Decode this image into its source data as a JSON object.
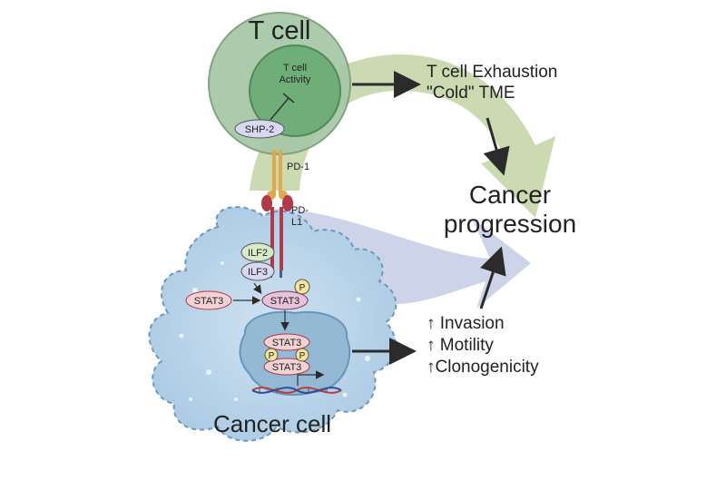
{
  "tcell": {
    "title": "T cell",
    "activity_line1": "T cell",
    "activity_line2": "Activity",
    "shp2": "SHP-2",
    "pd1": "PD-1"
  },
  "cancer": {
    "title": "Cancer cell",
    "pdl1_line1": "PD-",
    "pdl1_line2": "L1",
    "ilf2": "ILF2",
    "ilf3": "ILF3",
    "stat3_free": "STAT3",
    "stat3_phos": "STAT3",
    "p": "P",
    "nucleus_stat3_top": "STAT3",
    "nucleus_stat3_bottom": "STAT3"
  },
  "outcomes": {
    "exhaustion_line1": "T cell Exhaustion",
    "exhaustion_line2": "\"Cold\" TME",
    "progression_line1": "Cancer",
    "progression_line2": "progression",
    "effects": [
      "↑ Invasion",
      "↑ Motility",
      "↑Clonogenicity"
    ]
  },
  "colors": {
    "tcell_outer": "#a8c8a8",
    "tcell_inner": "#6fae78",
    "cancer_cell": "#b8d4ea",
    "nucleus": "#8fb6d2",
    "green_arrow": "#c5d6a8",
    "blue_arrow": "#c4cde6",
    "receptor_pd1": "#e0a94a",
    "receptor_pdl1": "#b03a48"
  }
}
